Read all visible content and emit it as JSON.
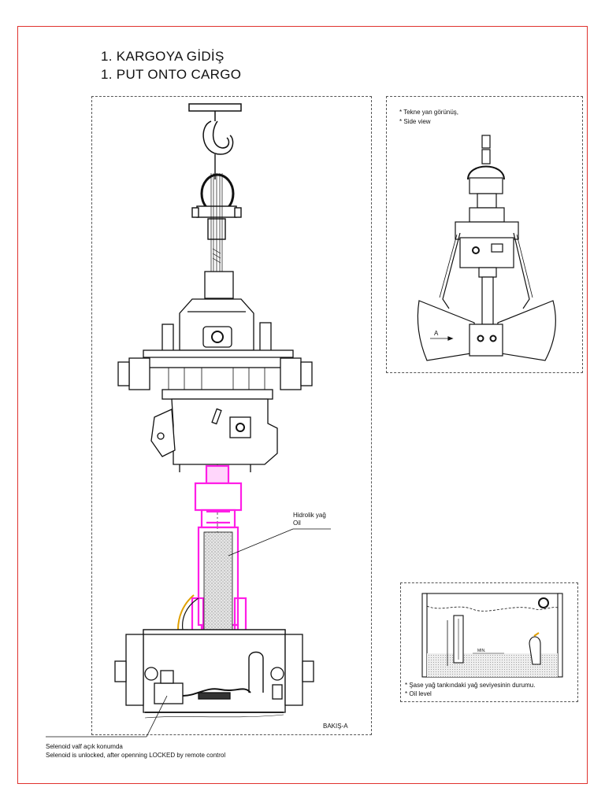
{
  "title": {
    "line1": "1.  KARGOYA GİDİŞ",
    "line2": "1.  PUT ONTO CARGO"
  },
  "side_view": {
    "note_tr": "* Tekne yan görünüş,",
    "note_en": "* Side view",
    "marker": "A"
  },
  "main_view": {
    "oil_label_tr": "Hidrolik yağ",
    "oil_label_en": "Oil",
    "view_label": "BAKIŞ-A"
  },
  "tank_view": {
    "caption_tr": "* Şase yağ tankındaki yağ seviyesinin durumu.",
    "caption_en": "* Oil level",
    "min_mark": "MIN."
  },
  "solenoid": {
    "line1": "Selenoid valf açık konumda",
    "line2": "Selenoid is unlocked,  after openning LOCKED by remote control"
  },
  "colors": {
    "frame": "#e0322e",
    "hydraulic": "#ff1ee6",
    "line": "#111111"
  }
}
